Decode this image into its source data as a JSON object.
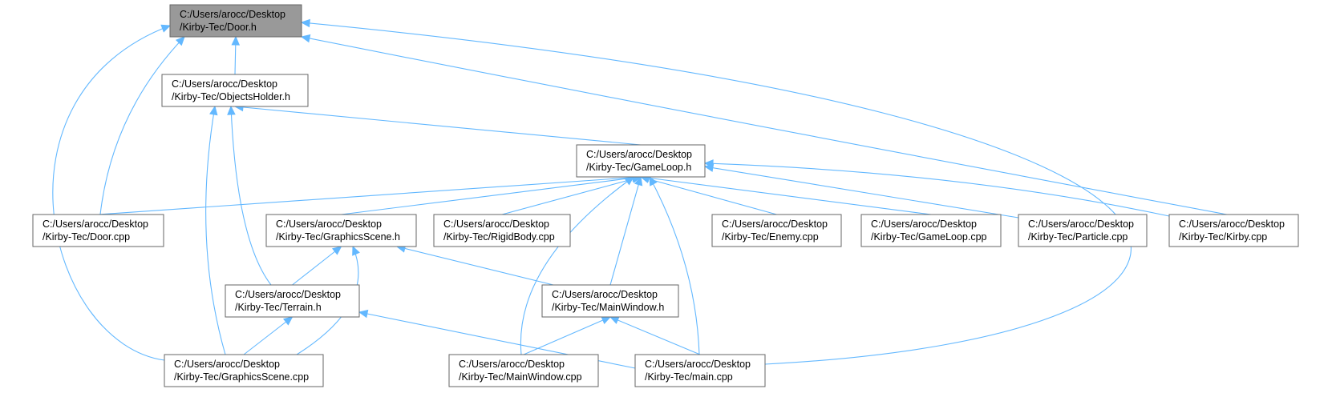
{
  "colors": {
    "edge": "#63b8ff",
    "node_border": "#666666",
    "node_fill": "#ffffff",
    "root_fill": "#999999"
  },
  "nodes": [
    {
      "id": "door_h",
      "line1": "C:/Users/arocc/Desktop",
      "line2": "/Kirby-Tec/Door.h",
      "root": true
    },
    {
      "id": "objects_h",
      "line1": "C:/Users/arocc/Desktop",
      "line2": "/Kirby-Tec/ObjectsHolder.h"
    },
    {
      "id": "gameloop_h",
      "line1": "C:/Users/arocc/Desktop",
      "line2": "/Kirby-Tec/GameLoop.h"
    },
    {
      "id": "door_cpp",
      "line1": "C:/Users/arocc/Desktop",
      "line2": "/Kirby-Tec/Door.cpp"
    },
    {
      "id": "gscene_h",
      "line1": "C:/Users/arocc/Desktop",
      "line2": "/Kirby-Tec/GraphicsScene.h"
    },
    {
      "id": "rigid_cpp",
      "line1": "C:/Users/arocc/Desktop",
      "line2": "/Kirby-Tec/RigidBody.cpp"
    },
    {
      "id": "enemy_cpp",
      "line1": "C:/Users/arocc/Desktop",
      "line2": "/Kirby-Tec/Enemy.cpp"
    },
    {
      "id": "gameloop_cpp",
      "line1": "C:/Users/arocc/Desktop",
      "line2": "/Kirby-Tec/GameLoop.cpp"
    },
    {
      "id": "particle_cpp",
      "line1": "C:/Users/arocc/Desktop",
      "line2": "/Kirby-Tec/Particle.cpp"
    },
    {
      "id": "kirby_cpp",
      "line1": "C:/Users/arocc/Desktop",
      "line2": "/Kirby-Tec/Kirby.cpp"
    },
    {
      "id": "terrain_h",
      "line1": "C:/Users/arocc/Desktop",
      "line2": "/Kirby-Tec/Terrain.h"
    },
    {
      "id": "mainwin_h",
      "line1": "C:/Users/arocc/Desktop",
      "line2": "/Kirby-Tec/MainWindow.h"
    },
    {
      "id": "gscene_cpp",
      "line1": "C:/Users/arocc/Desktop",
      "line2": "/Kirby-Tec/GraphicsScene.cpp"
    },
    {
      "id": "mainwin_cpp",
      "line1": "C:/Users/arocc/Desktop",
      "line2": "/Kirby-Tec/MainWindow.cpp"
    },
    {
      "id": "main_cpp",
      "line1": "C:/Users/arocc/Desktop",
      "line2": "/Kirby-Tec/main.cpp"
    }
  ],
  "edges": [
    {
      "from": "objects_h",
      "to": "door_h"
    },
    {
      "from": "door_cpp",
      "to": "door_h"
    },
    {
      "from": "gscene_cpp",
      "to": "door_h"
    },
    {
      "from": "kirby_cpp",
      "to": "door_h"
    },
    {
      "from": "main_cpp",
      "to": "door_h"
    },
    {
      "from": "gameloop_h",
      "to": "objects_h"
    },
    {
      "from": "terrain_h",
      "to": "objects_h"
    },
    {
      "from": "gscene_cpp",
      "to": "objects_h"
    },
    {
      "from": "door_cpp",
      "to": "gameloop_h"
    },
    {
      "from": "gscene_h",
      "to": "gameloop_h"
    },
    {
      "from": "rigid_cpp",
      "to": "gameloop_h"
    },
    {
      "from": "enemy_cpp",
      "to": "gameloop_h"
    },
    {
      "from": "gameloop_cpp",
      "to": "gameloop_h"
    },
    {
      "from": "particle_cpp",
      "to": "gameloop_h"
    },
    {
      "from": "kirby_cpp",
      "to": "gameloop_h"
    },
    {
      "from": "mainwin_h",
      "to": "gameloop_h"
    },
    {
      "from": "mainwin_cpp",
      "to": "gameloop_h"
    },
    {
      "from": "main_cpp",
      "to": "gameloop_h"
    },
    {
      "from": "terrain_h",
      "to": "gscene_h"
    },
    {
      "from": "gscene_cpp",
      "to": "gscene_h"
    },
    {
      "from": "mainwin_h",
      "to": "gscene_h"
    },
    {
      "from": "gscene_cpp",
      "to": "terrain_h"
    },
    {
      "from": "main_cpp",
      "to": "terrain_h"
    },
    {
      "from": "mainwin_cpp",
      "to": "mainwin_h"
    },
    {
      "from": "main_cpp",
      "to": "mainwin_h"
    }
  ]
}
